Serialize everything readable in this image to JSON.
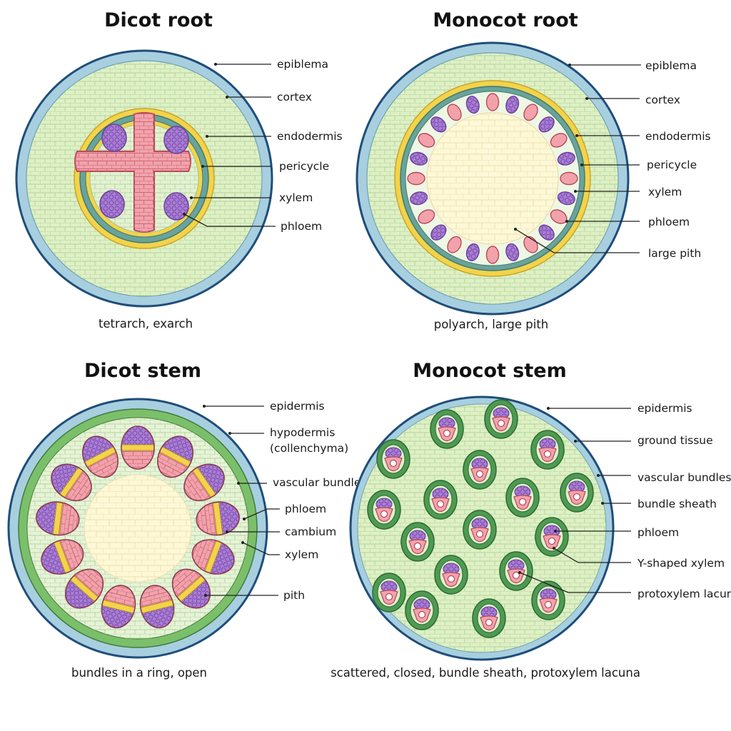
{
  "panels": {
    "dicot_root": {
      "title": "Dicot root",
      "caption": "tetrarch, exarch",
      "labels": [
        "epiblema",
        "cortex",
        "endodermis",
        "pericycle",
        "xylem",
        "phloem"
      ]
    },
    "monocot_root": {
      "title": "Monocot root",
      "caption": "polyarch, large pith",
      "labels": [
        "epiblema",
        "cortex",
        "endodermis",
        "pericycle",
        "xylem",
        "phloem",
        "large pith"
      ]
    },
    "dicot_stem": {
      "title": "Dicot stem",
      "caption": "bundles in a ring, open",
      "labels": [
        "epidermis",
        "hypodermis",
        "(collenchyma)",
        "vascular bundles",
        "phloem",
        "cambium",
        "xylem",
        "pith"
      ]
    },
    "monocot_stem": {
      "title": "Monocot stem",
      "caption": "scattered, closed, bundle sheath, protoxylem lacuna",
      "labels": [
        "epidermis",
        "ground tissue",
        "vascular bundles",
        "bundle sheath",
        "phloem",
        "Y-shaped xylem",
        "protoxylem lacuna"
      ]
    }
  },
  "colors": {
    "epidermis_outline": "#1f4e79",
    "epidermis_fill": "#a7cfe0",
    "cortex": "#def0c4",
    "cell_line": "#9cc38a",
    "endodermis": "#6aa39a",
    "pericycle": "#f3d34a",
    "xylem": "#f2a2ab",
    "phloem": "#a97ed4",
    "pith": "#fdf8d6",
    "bundle_sheath": "#4e9a52",
    "hypodermis": "#7cbf6a"
  }
}
